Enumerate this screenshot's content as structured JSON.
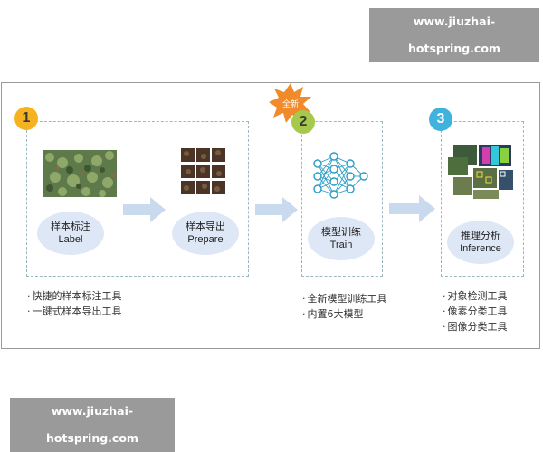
{
  "watermark": {
    "text": "www.jiuzhai-hotspring.com"
  },
  "badge": {
    "text": "全新"
  },
  "stages": [
    {
      "number": "1",
      "color": "#f5b321",
      "steps": [
        {
          "cn": "样本标注",
          "en": "Label"
        },
        {
          "cn": "样本导出",
          "en": "Prepare"
        }
      ],
      "features": [
        "快捷的样本标注工具",
        "一键式样本导出工具"
      ]
    },
    {
      "number": "2",
      "color": "#a6c94c",
      "steps": [
        {
          "cn": "模型训练",
          "en": "Train"
        }
      ],
      "features": [
        "全新模型训练工具",
        "内置6大模型"
      ]
    },
    {
      "number": "3",
      "color": "#3fb3de",
      "steps": [
        {
          "cn": "推理分析",
          "en": "Inference"
        }
      ],
      "features": [
        "对象检测工具",
        "像素分类工具",
        "图像分类工具"
      ]
    }
  ],
  "icons": [
    "arrow-right-icon",
    "neural-network-icon",
    "starburst-icon"
  ]
}
